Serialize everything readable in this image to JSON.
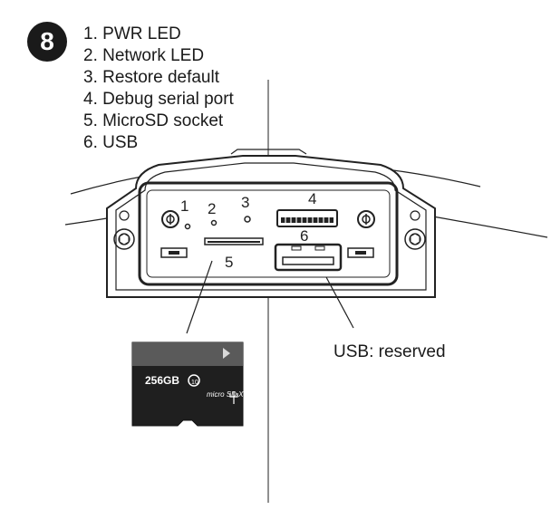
{
  "step_number": "8",
  "legend": [
    {
      "num": "1.",
      "label": "PWR LED"
    },
    {
      "num": "2.",
      "label": "Network LED"
    },
    {
      "num": "3.",
      "label": "Restore default"
    },
    {
      "num": "4.",
      "label": "Debug serial port"
    },
    {
      "num": "5.",
      "label": "MicroSD socket"
    },
    {
      "num": "6.",
      "label": "USB"
    }
  ],
  "markers": {
    "m1": "1",
    "m2": "2",
    "m3": "3",
    "m4": "4",
    "m5": "5",
    "m6": "6"
  },
  "usb_note": "USB: reserved",
  "sd_card": {
    "capacity": "256GB",
    "logo": "micro SD XC",
    "class_mark": "10"
  }
}
